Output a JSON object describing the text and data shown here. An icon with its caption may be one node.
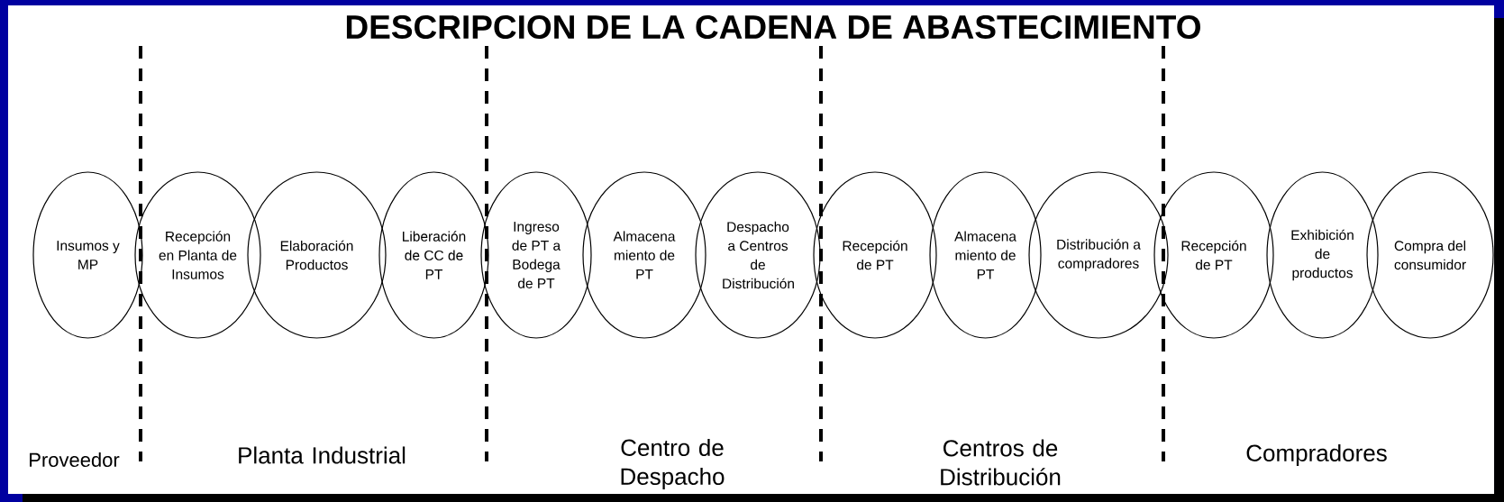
{
  "diagram": {
    "title": "DESCRIPCION DE LA CADENA DE ABASTECIMIENTO",
    "nodes": [
      {
        "text": [
          "Insumos y MP"
        ]
      },
      {
        "text": [
          "Recepción en Planta de Insumos"
        ]
      },
      {
        "text": [
          "Elaboración Productos"
        ]
      },
      {
        "text": [
          "Liberación de CC de PT"
        ]
      },
      {
        "text": [
          "Ingreso de PT a Bodega de PT"
        ]
      },
      {
        "text": [
          "Almacena miento de PT"
        ]
      },
      {
        "text": [
          "Despacho a Centros de Distribución"
        ]
      },
      {
        "text": [
          "Recepción de PT"
        ]
      },
      {
        "text": [
          "Almacena miento de PT"
        ]
      },
      {
        "text": [
          "Distribución a compradores"
        ]
      },
      {
        "text": [
          "Recepción de PT"
        ]
      },
      {
        "text": [
          "Exhibición de productos"
        ]
      },
      {
        "text": [
          "Compra del consumidor"
        ]
      }
    ],
    "labels": [
      "Proveedor",
      "Planta Industrial",
      "Centro de Despacho",
      "Centros de Distribución",
      "Compradores"
    ]
  }
}
